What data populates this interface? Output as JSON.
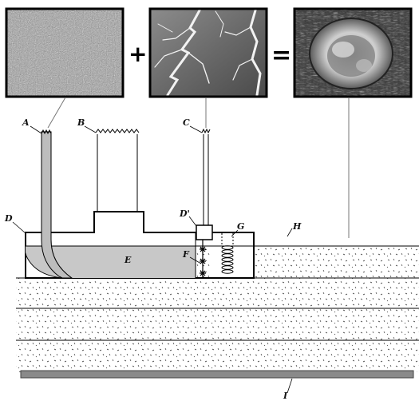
{
  "panels": [
    {
      "name": "granular-texture-panel"
    },
    {
      "name": "lightning-panel"
    },
    {
      "name": "fulgurite-result-panel"
    }
  ],
  "operators": {
    "plus": "+",
    "equals": "="
  },
  "labels": {
    "A": "A",
    "B": "B",
    "C": "C",
    "D": "D",
    "D_prime": "D'",
    "E": "E",
    "F": "F",
    "G": "G",
    "H": "H",
    "I": "I"
  },
  "colors": {
    "outline": "#000000",
    "chamber_fill": "#c8c8c8",
    "pipe_fill": "#bdbdbd",
    "base_bar": "#8a8a8a",
    "lightning_bg": "#6e6e6e"
  }
}
